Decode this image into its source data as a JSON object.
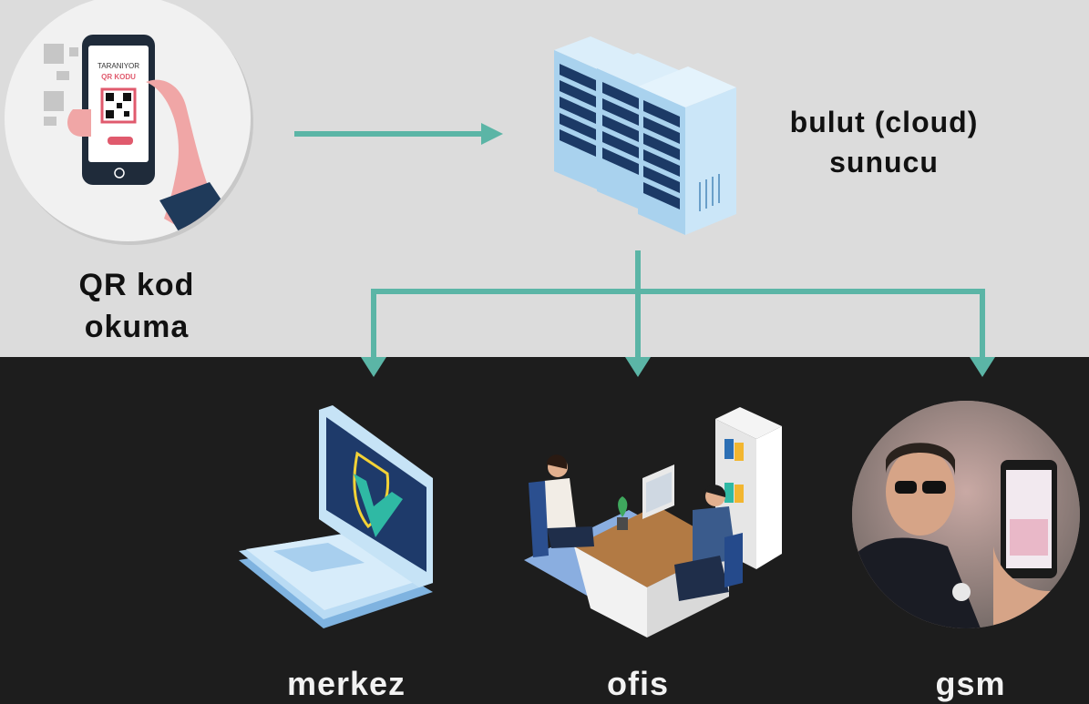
{
  "labels": {
    "qr_reading": "QR kod okuma",
    "qr_reading_line1": "QR kod",
    "qr_reading_line2": "okuma",
    "cloud_line1": "bulut (cloud)",
    "cloud_line2": "sunucu",
    "merkez": "merkez",
    "ofis": "ofis",
    "gsm": "gsm"
  },
  "phone_screen": {
    "line1": "TARANIYOR",
    "line2": "QR KODU"
  },
  "colors": {
    "top_background": "#dcdcdc",
    "bottom_background": "#1d1d1d",
    "arrow": "#5bb5a6",
    "label_dark": "#111111",
    "label_light": "#f2f2f2"
  },
  "icons": {
    "qr_phone": "qr-scan-phone-icon",
    "server": "server-rack-icon",
    "laptop": "laptop-shield-icon",
    "office": "office-desk-icon",
    "gsm": "guard-phone-photo-icon"
  }
}
